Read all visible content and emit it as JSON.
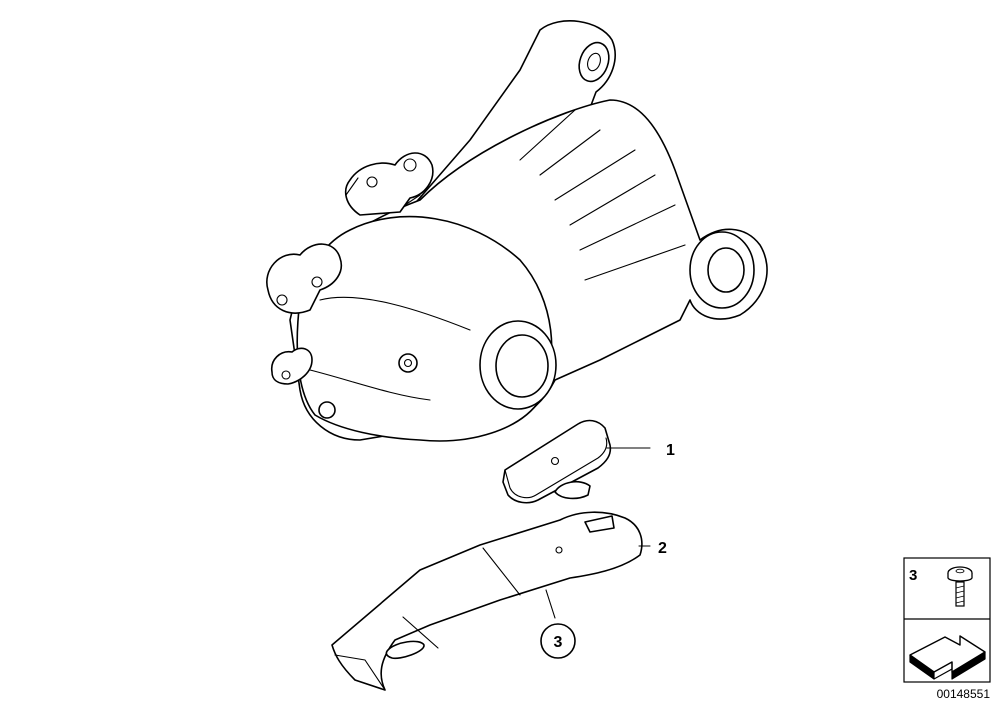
{
  "callouts": [
    {
      "number": "1"
    },
    {
      "number": "2"
    },
    {
      "number": "3"
    }
  ],
  "legend": {
    "item_number": "3",
    "item_icon": "bolt-icon",
    "arrow_icon": "next-page-arrow-icon"
  },
  "diagram_id": "00148551"
}
